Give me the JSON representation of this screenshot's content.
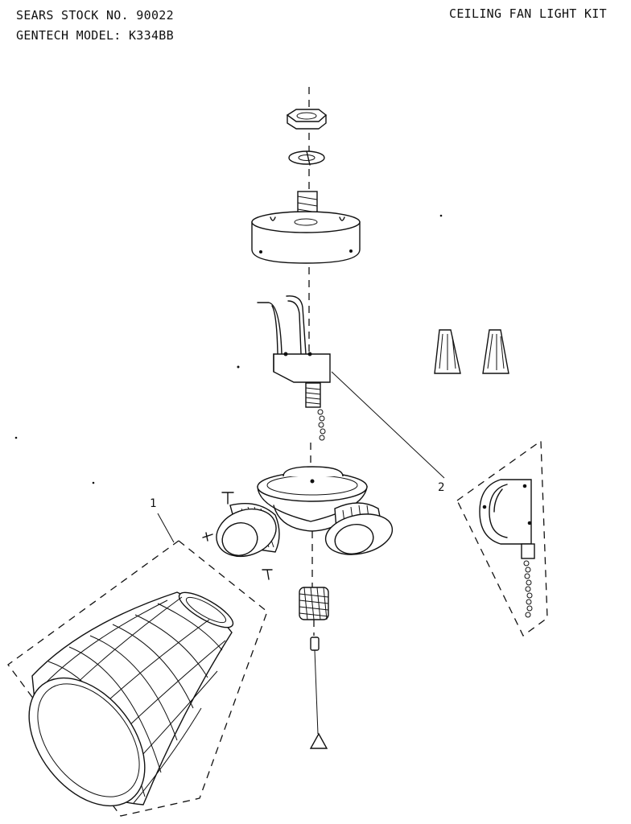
{
  "header": {
    "stock_no": "SEARS STOCK NO. 90022",
    "model": "GENTECH MODEL: K334BB",
    "title": "CEILING FAN LIGHT KIT"
  },
  "callouts": [
    "1",
    "2"
  ]
}
